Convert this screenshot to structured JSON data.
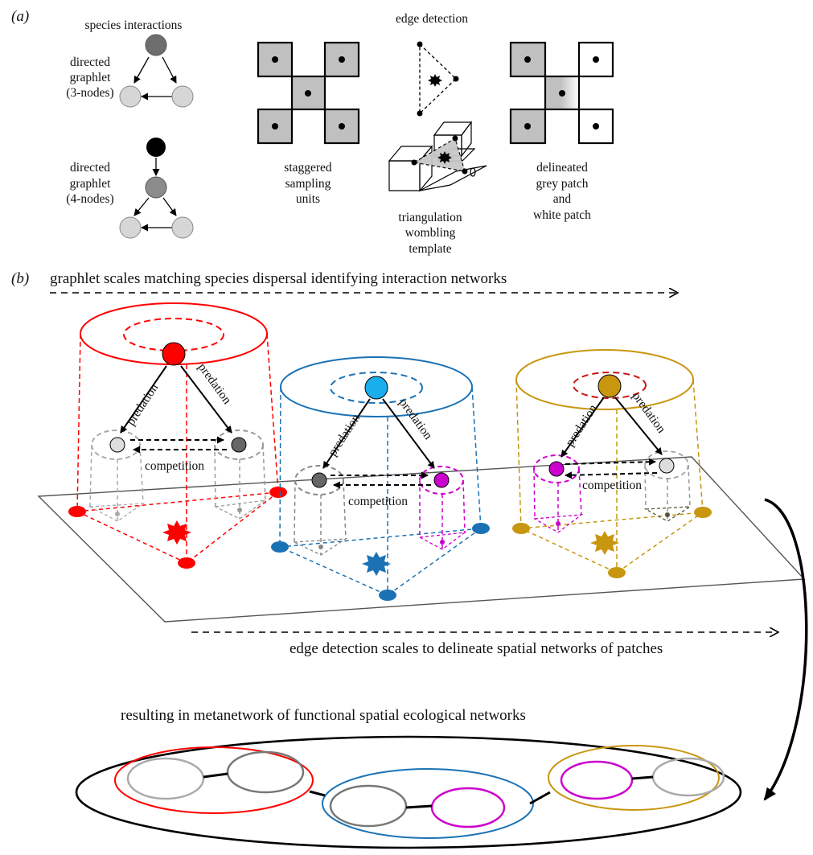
{
  "panel_a": {
    "label": "(a)",
    "species_interactions_title": "species interactions",
    "graphlet3_label": [
      "directed",
      "graphlet",
      "(3-nodes)"
    ],
    "graphlet4_label": [
      "directed",
      "graphlet",
      "(4-nodes)"
    ],
    "staggered_label": [
      "staggered",
      "sampling",
      "units"
    ],
    "edge_detection_title": "edge detection",
    "triangulation_label": [
      "triangulation",
      "wombling",
      "template"
    ],
    "delineated_label": [
      "delineated",
      "grey patch",
      "and",
      "white patch"
    ]
  },
  "panel_b": {
    "label": "(b)",
    "top_caption": "graphlet scales matching species dispersal identifying interaction networks",
    "edge_label": "predation",
    "competition_label": "competition",
    "bottom_caption": "edge detection scales to delineate spatial networks of patches",
    "metanetwork_caption": "resulting in metanetwork of functional spatial ecological networks"
  },
  "colors": {
    "red": "#ff0000",
    "blue": "#1a72b5",
    "cyan": "#1aaeec",
    "gold": "#c8960f",
    "magenta": "#cc00cc",
    "dark_grey": "#777777",
    "light_grey": "#d3d3d3",
    "patch_grey": "#c0c0c0"
  }
}
